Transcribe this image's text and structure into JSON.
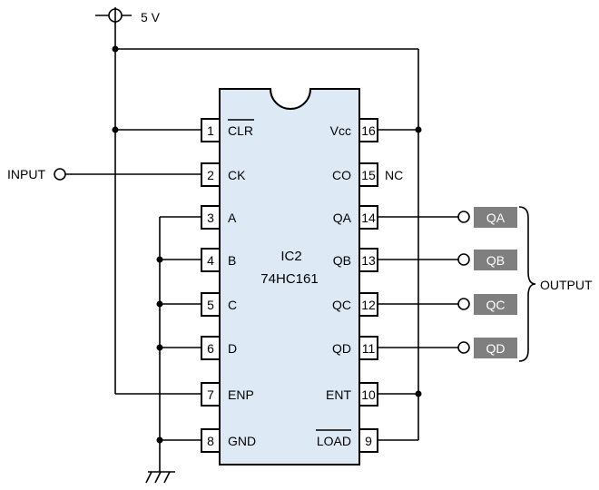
{
  "supply": {
    "label": "5 V"
  },
  "input": {
    "label": "INPUT"
  },
  "output": {
    "label": "OUTPUT"
  },
  "chip": {
    "name": "IC2",
    "part": "74HC161"
  },
  "left_pins": [
    {
      "number": "1",
      "label": "CLR",
      "overline": true
    },
    {
      "number": "2",
      "label": "CK",
      "overline": false
    },
    {
      "number": "3",
      "label": "A",
      "overline": false
    },
    {
      "number": "4",
      "label": "B",
      "overline": false
    },
    {
      "number": "5",
      "label": "C",
      "overline": false
    },
    {
      "number": "6",
      "label": "D",
      "overline": false
    },
    {
      "number": "7",
      "label": "ENP",
      "overline": false
    },
    {
      "number": "8",
      "label": "GND",
      "overline": false
    }
  ],
  "right_pins": [
    {
      "number": "16",
      "label": "Vcc",
      "overline": false
    },
    {
      "number": "15",
      "label": "CO",
      "overline": false
    },
    {
      "number": "14",
      "label": "QA",
      "overline": false
    },
    {
      "number": "13",
      "label": "QB",
      "overline": false
    },
    {
      "number": "12",
      "label": "QC",
      "overline": false
    },
    {
      "number": "11",
      "label": "QD",
      "overline": false
    },
    {
      "number": "10",
      "label": "ENT",
      "overline": false
    },
    {
      "number": "9",
      "label": "LOAD",
      "overline": true
    }
  ],
  "nc_label": "NC",
  "output_tags": [
    "QA",
    "QB",
    "QC",
    "QD"
  ]
}
